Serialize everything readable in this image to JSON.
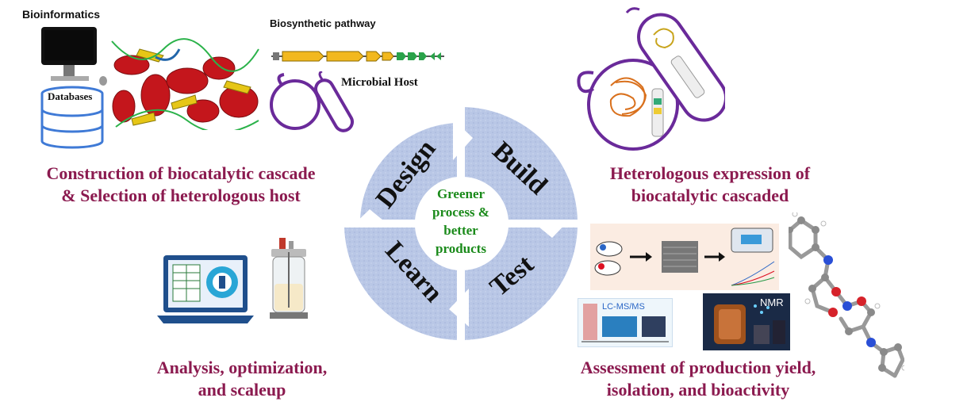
{
  "labels": {
    "bioinformatics": "Bioinformatics",
    "databases": "Databases",
    "biosynthetic_pathway": "Biosynthetic pathway",
    "microbial_host": "Microbial Host",
    "nmr": "NMR",
    "lcms": "LC-MS/MS"
  },
  "captions": {
    "design_line1": "Construction of biocatalytic cascade",
    "design_line2": "& Selection of heterologous host",
    "build_line1": "Heterologous expression of",
    "build_line2": "biocatalytic cascaded",
    "test_line1": "Assessment of production yield,",
    "test_line2": "isolation, and bioactivity",
    "learn_line1": "Analysis, optimization,",
    "learn_line2": "and scaleup"
  },
  "cycle": {
    "design": "Design",
    "build": "Build",
    "test": "Test",
    "learn": "Learn",
    "center_line1": "Greener",
    "center_line2": "process &",
    "center_line3": "better",
    "center_line4": "products"
  },
  "colors": {
    "caption": "#8b1a4f",
    "center_text": "#1a8a1a",
    "segment_fill": "#b9c7e6",
    "host_outline": "#6a2a9a"
  }
}
